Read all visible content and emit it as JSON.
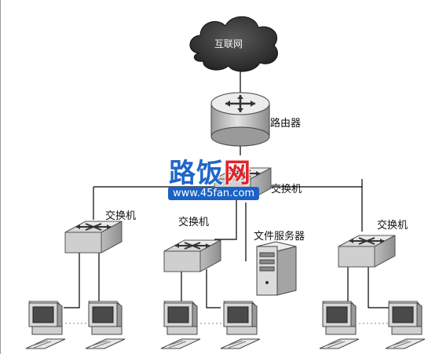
{
  "cloud": {
    "label": "互联网"
  },
  "router": {
    "label": "路由器"
  },
  "core_switch": {
    "label": "交换机"
  },
  "switches": [
    {
      "label": "交换机"
    },
    {
      "label": "交换机"
    },
    {
      "label": "交换机"
    }
  ],
  "file_server": {
    "label": "文件服务器"
  },
  "watermark": {
    "title_a": "路饭",
    "title_b": "网",
    "url": "www.45fan.com"
  }
}
